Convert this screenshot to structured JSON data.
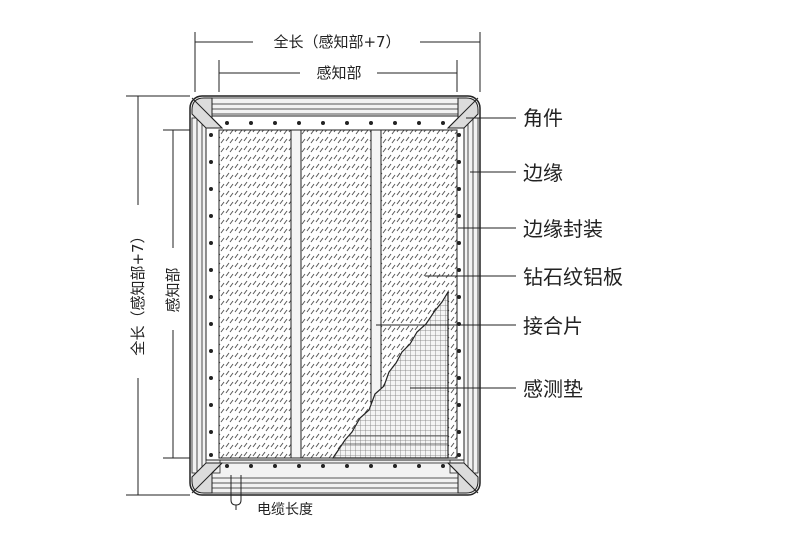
{
  "dimensions": {
    "top_full_length": "全长（感知部+7）",
    "top_sensing": "感知部",
    "left_full_length": "全长（感知部+7）",
    "left_sensing": "感知部"
  },
  "callouts": {
    "corner_piece": "角件",
    "edge": "边缘",
    "edge_seal": "边缘封装",
    "diamond_plate": "钻石纹铝板",
    "joint_piece": "接合片",
    "sensing_pad": "感测垫"
  },
  "cable_length": "电缆长度",
  "colors": {
    "line": "#222222",
    "frame_fill": "#e8e8e8",
    "background": "#ffffff"
  }
}
